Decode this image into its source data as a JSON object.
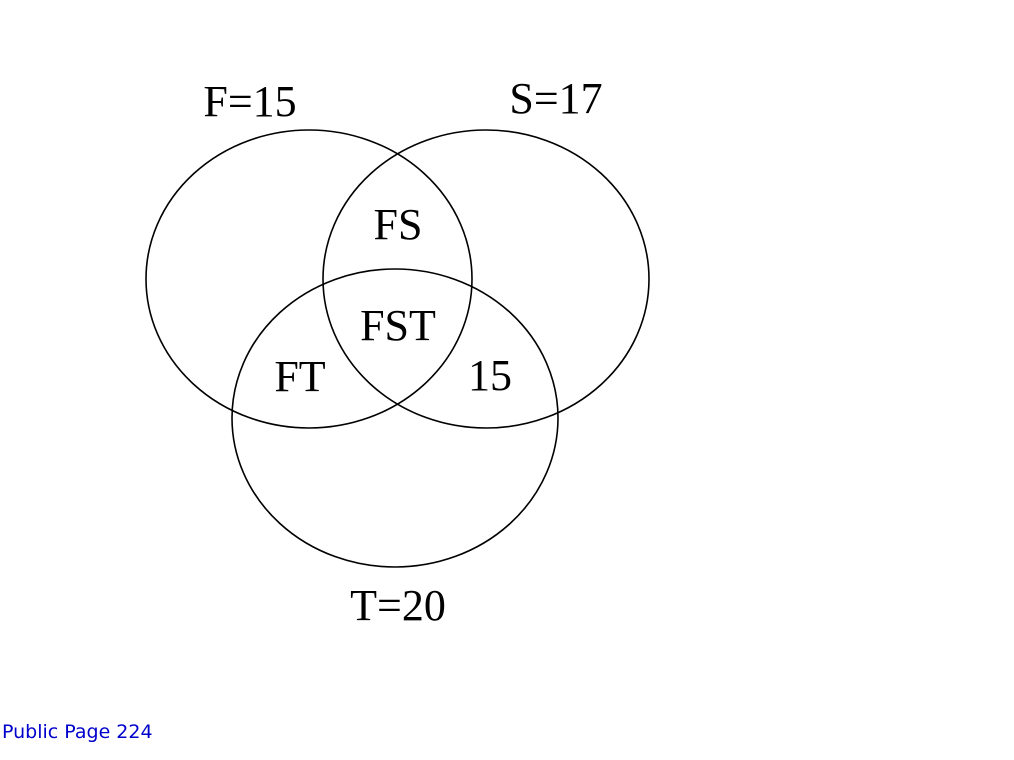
{
  "diagram": {
    "sets": [
      {
        "id": "F",
        "label": "F=15"
      },
      {
        "id": "S",
        "label": "S=17"
      },
      {
        "id": "T",
        "label": "T=20"
      }
    ],
    "regions": [
      {
        "id": "FS",
        "label": "FS"
      },
      {
        "id": "FST",
        "label": "FST"
      },
      {
        "id": "FT",
        "label": "FT"
      },
      {
        "id": "ST",
        "label": "15"
      }
    ]
  },
  "footer": {
    "link_text": "Public Page 224",
    "color": "#0000cc"
  }
}
